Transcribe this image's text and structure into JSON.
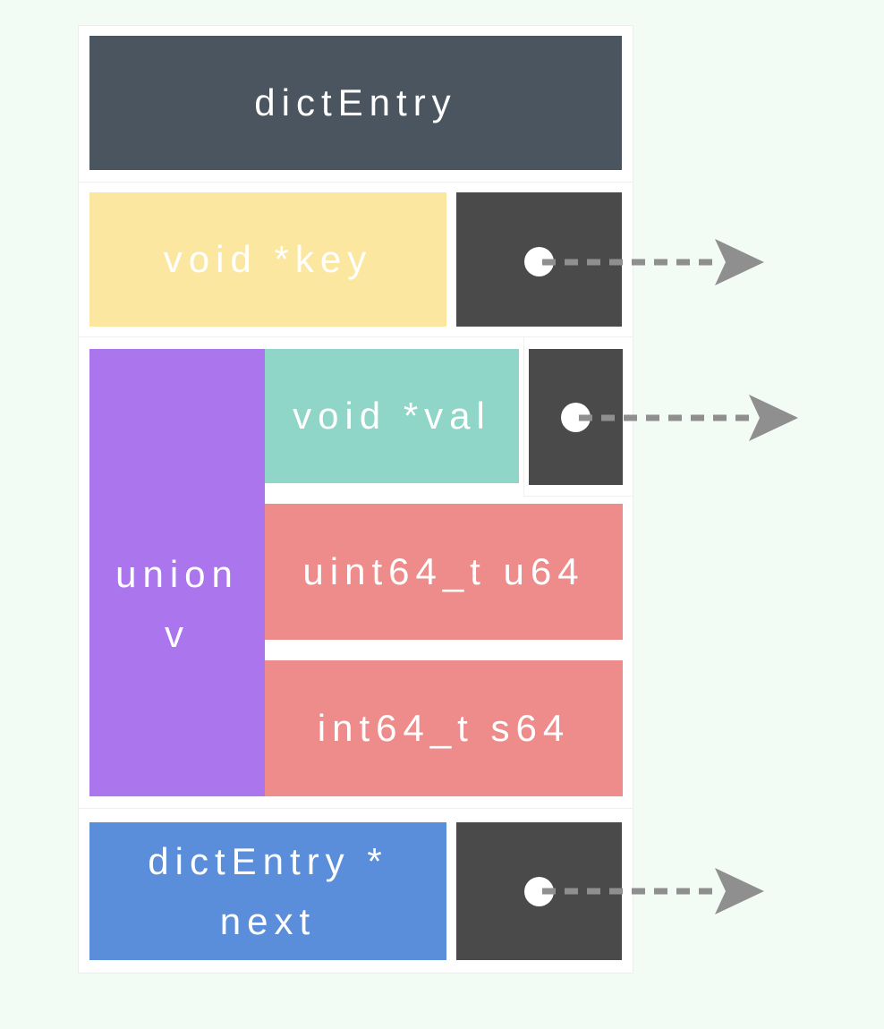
{
  "struct": {
    "title": "dictEntry",
    "fields": {
      "key": {
        "label": "void *key"
      },
      "val": {
        "label": "void *val"
      },
      "u64": {
        "label": "uint64_t u64"
      },
      "s64": {
        "label": "int64_t s64"
      },
      "next": {
        "line1": "dictEntry *",
        "line2": "next"
      }
    },
    "union": {
      "line1": "union",
      "line2": "v"
    }
  },
  "colors": {
    "background": "#f3fbf5",
    "card": "#ffffff",
    "header_box": "#4a5560",
    "key_box": "#fbe7a0",
    "val_box": "#8fd5c8",
    "union_box": "#ab75ee",
    "int_box": "#ee8b8b",
    "next_box": "#5a8edb",
    "pointer_box": "#4a4a4a",
    "pointer_dot": "#ffffff",
    "arrow": "#8f8f8f",
    "text": "#ffffff"
  }
}
